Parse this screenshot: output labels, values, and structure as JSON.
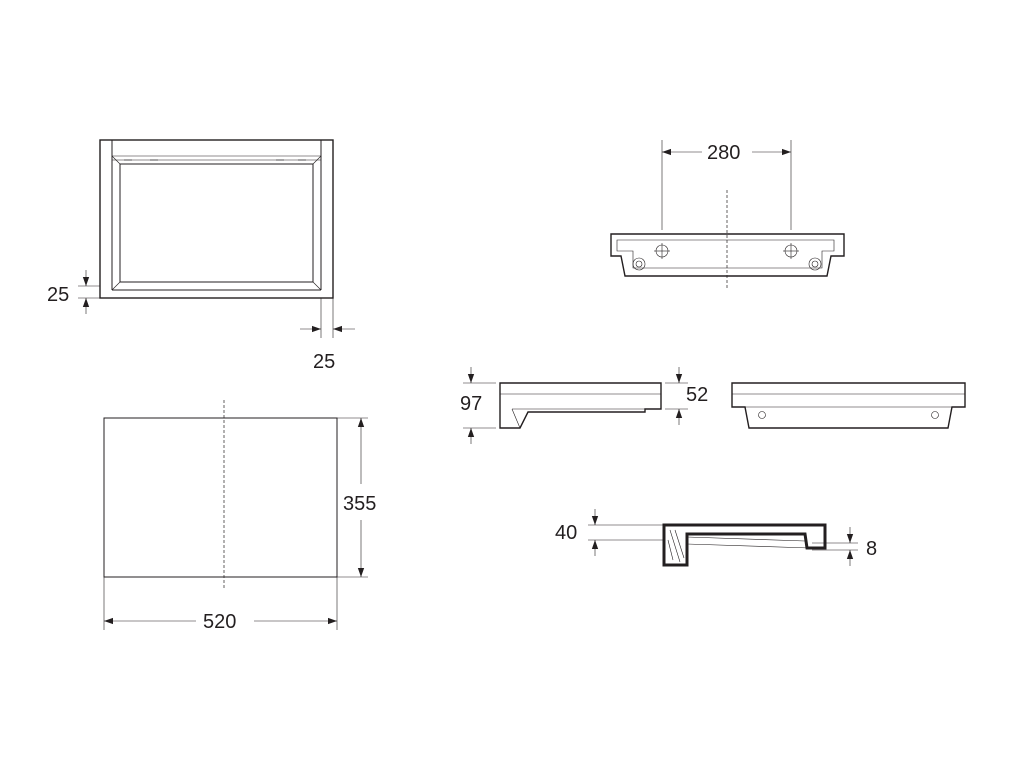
{
  "dimensions": {
    "top_view_wall_height": "25",
    "top_view_wall_width": "25",
    "plan_depth": "355",
    "plan_width": "520",
    "bracket_spacing": "280",
    "side_total_height": "97",
    "side_front_height": "52",
    "section_lip_height": "40",
    "section_drip_height": "8"
  },
  "colors": {
    "line": "#231f20",
    "background": "#ffffff"
  }
}
